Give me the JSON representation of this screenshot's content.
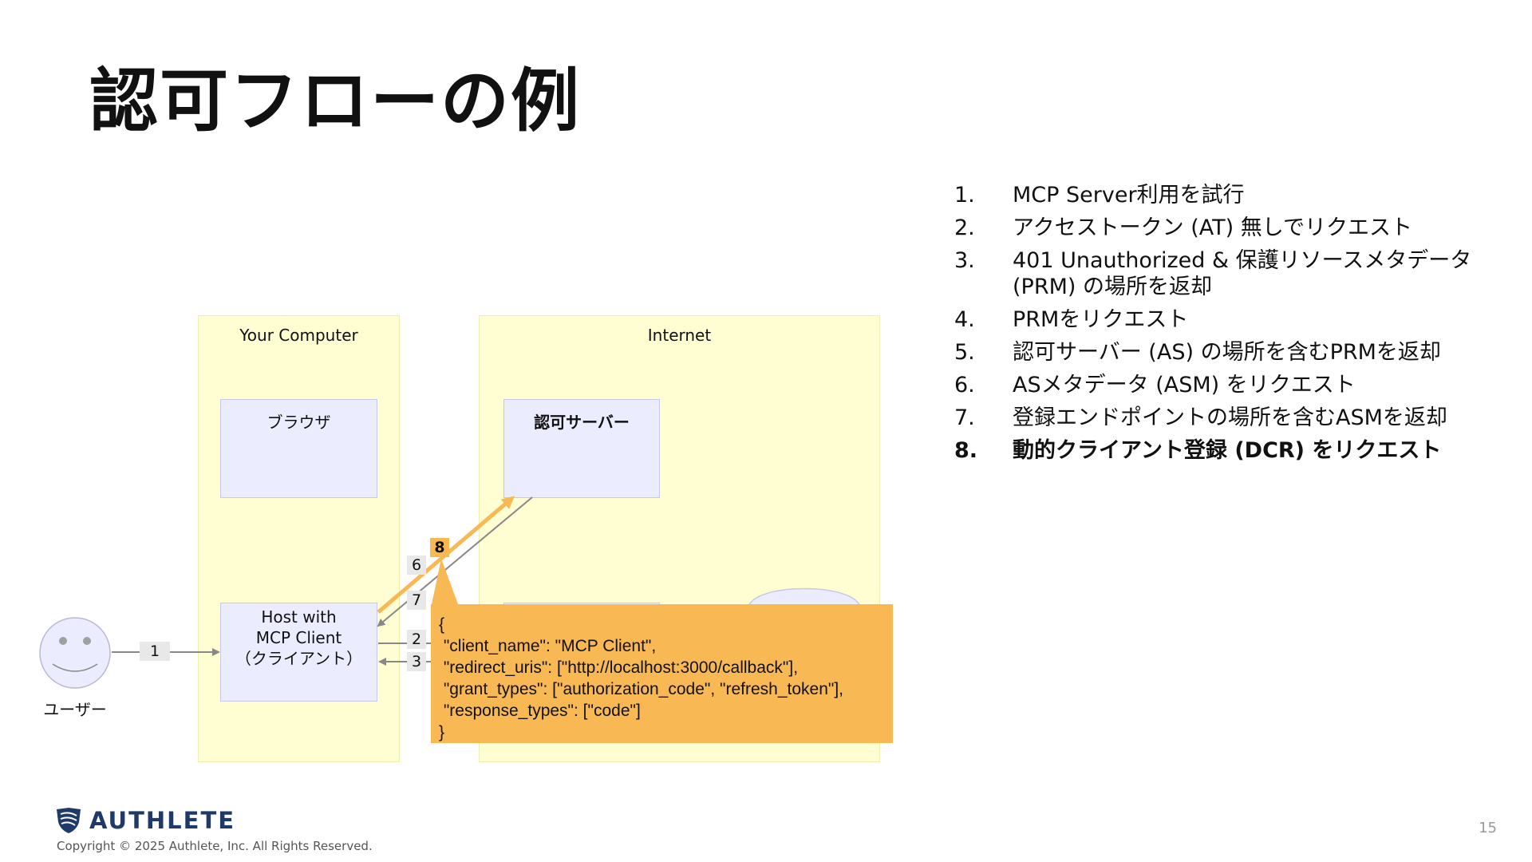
{
  "title": "認可フローの例",
  "steps": [
    {
      "num": "1.",
      "lines": [
        "MCP Server利用を試行"
      ]
    },
    {
      "num": "2.",
      "lines": [
        "アクセストークン (AT) 無しでリクエスト"
      ]
    },
    {
      "num": "3.",
      "lines": [
        "401 Unauthorized & 保護リソースメタデータ",
        "(PRM) の場所を返却"
      ]
    },
    {
      "num": "4.",
      "lines": [
        "PRMをリクエスト"
      ]
    },
    {
      "num": "5.",
      "lines": [
        "認可サーバー (AS) の場所を含むPRMを返却"
      ]
    },
    {
      "num": "6.",
      "lines": [
        "ASメタデータ (ASM) をリクエスト"
      ]
    },
    {
      "num": "7.",
      "lines": [
        "登録エンドポイントの場所を含むASMを返却"
      ]
    },
    {
      "num": "8.",
      "lines": [
        "動的クライアント登録 (DCR) をリクエスト"
      ]
    }
  ],
  "current_step": 8,
  "diagram": {
    "zones": {
      "your_computer": "Your Computer",
      "internet": "Internet"
    },
    "nodes": {
      "browser": "ブラウザ",
      "auth_server": "認可サーバー",
      "host": [
        "Host with",
        "MCP Client",
        "（クライアント）"
      ]
    },
    "user_label": "ユーザー",
    "step_tags": {
      "s1": "1",
      "s2": "2",
      "s3": "3",
      "s6": "6",
      "s7": "7",
      "s8": "8"
    },
    "dcr_request": [
      "{",
      " \"client_name\": \"MCP Client\",",
      " \"redirect_uris\": [\"http://localhost:3000/callback\"],",
      " \"grant_types\": [\"authorization_code\", \"refresh_token\"],",
      " \"response_types\": [\"code\"]",
      "}"
    ],
    "colors": {
      "zone_fill": "#fefed2",
      "node_fill": "#ececff",
      "highlight": "#f8b954",
      "arrow_gray": "#888888"
    }
  },
  "footer": {
    "logo_text": "AUTHLETE",
    "copyright": "Copyright © 2025 Authlete, Inc. All Rights Reserved.",
    "page_number": "15"
  }
}
